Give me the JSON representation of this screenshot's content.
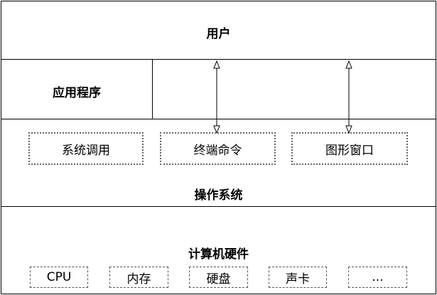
{
  "layers": {
    "user": "用户",
    "app": "应用程序",
    "os": "操作系统",
    "hardware": "计算机硬件"
  },
  "os_components": [
    "系统调用",
    "终端命令",
    "图形窗口"
  ],
  "hardware_components": [
    "CPU",
    "内存",
    "硬盘",
    "声卡",
    "..."
  ]
}
